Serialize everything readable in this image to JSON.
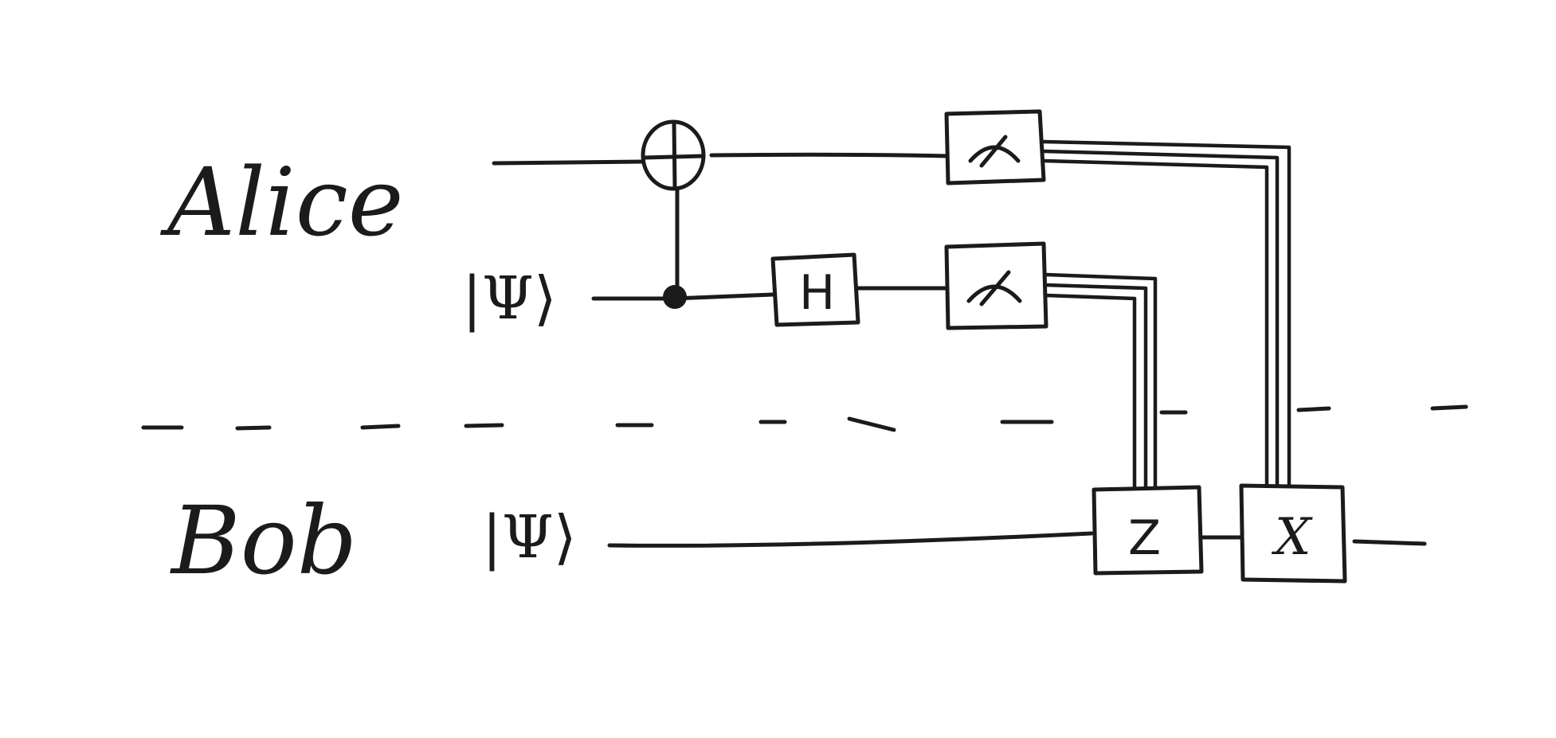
{
  "parties": {
    "alice": "Alice",
    "bob": "Bob"
  },
  "inputs": {
    "alice_state": "|Ψ⟩",
    "bob_state": "|Ψ⟩"
  },
  "gates": {
    "hadamard": "H",
    "z_correction": "Z",
    "x_correction": "X"
  },
  "icons": {
    "cnot_target": "xor-target-icon",
    "cnot_control": "control-dot-icon",
    "measurement": "measurement-meter-icon"
  },
  "colors": {
    "ink": "#1b1b1b",
    "background": "#ffffff"
  }
}
